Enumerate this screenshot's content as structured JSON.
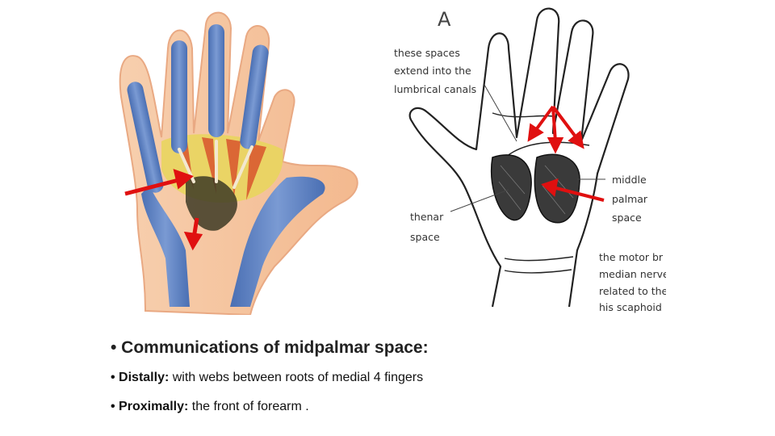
{
  "diagram_a": {
    "letter": "A",
    "labels": {
      "spaces_line1": "these spaces",
      "spaces_line2": "extend into the",
      "spaces_line3": "lumbrical canals",
      "middle_line1": "middle",
      "middle_line2": "palmar",
      "middle_line3": "space",
      "thenar_line1": "thenar",
      "thenar_line2": "space",
      "motor_line1": "the motor br",
      "motor_line2": "median nerve",
      "motor_line3": "related to the",
      "motor_line4": "his scaphoid"
    }
  },
  "text": {
    "heading": "• Communications of midpalmar space:",
    "distal_prefix": "• Distally:",
    "distal_body": " with webs between roots of medial 4 fingers",
    "proximal_prefix": "• Proximally:",
    "proximal_body": " the front of forearm ."
  },
  "colors": {
    "arrow": "#e01010",
    "skin": "#f4c29c",
    "sheath": "#5b7fc0",
    "space_shading": "#3a3a3a"
  }
}
